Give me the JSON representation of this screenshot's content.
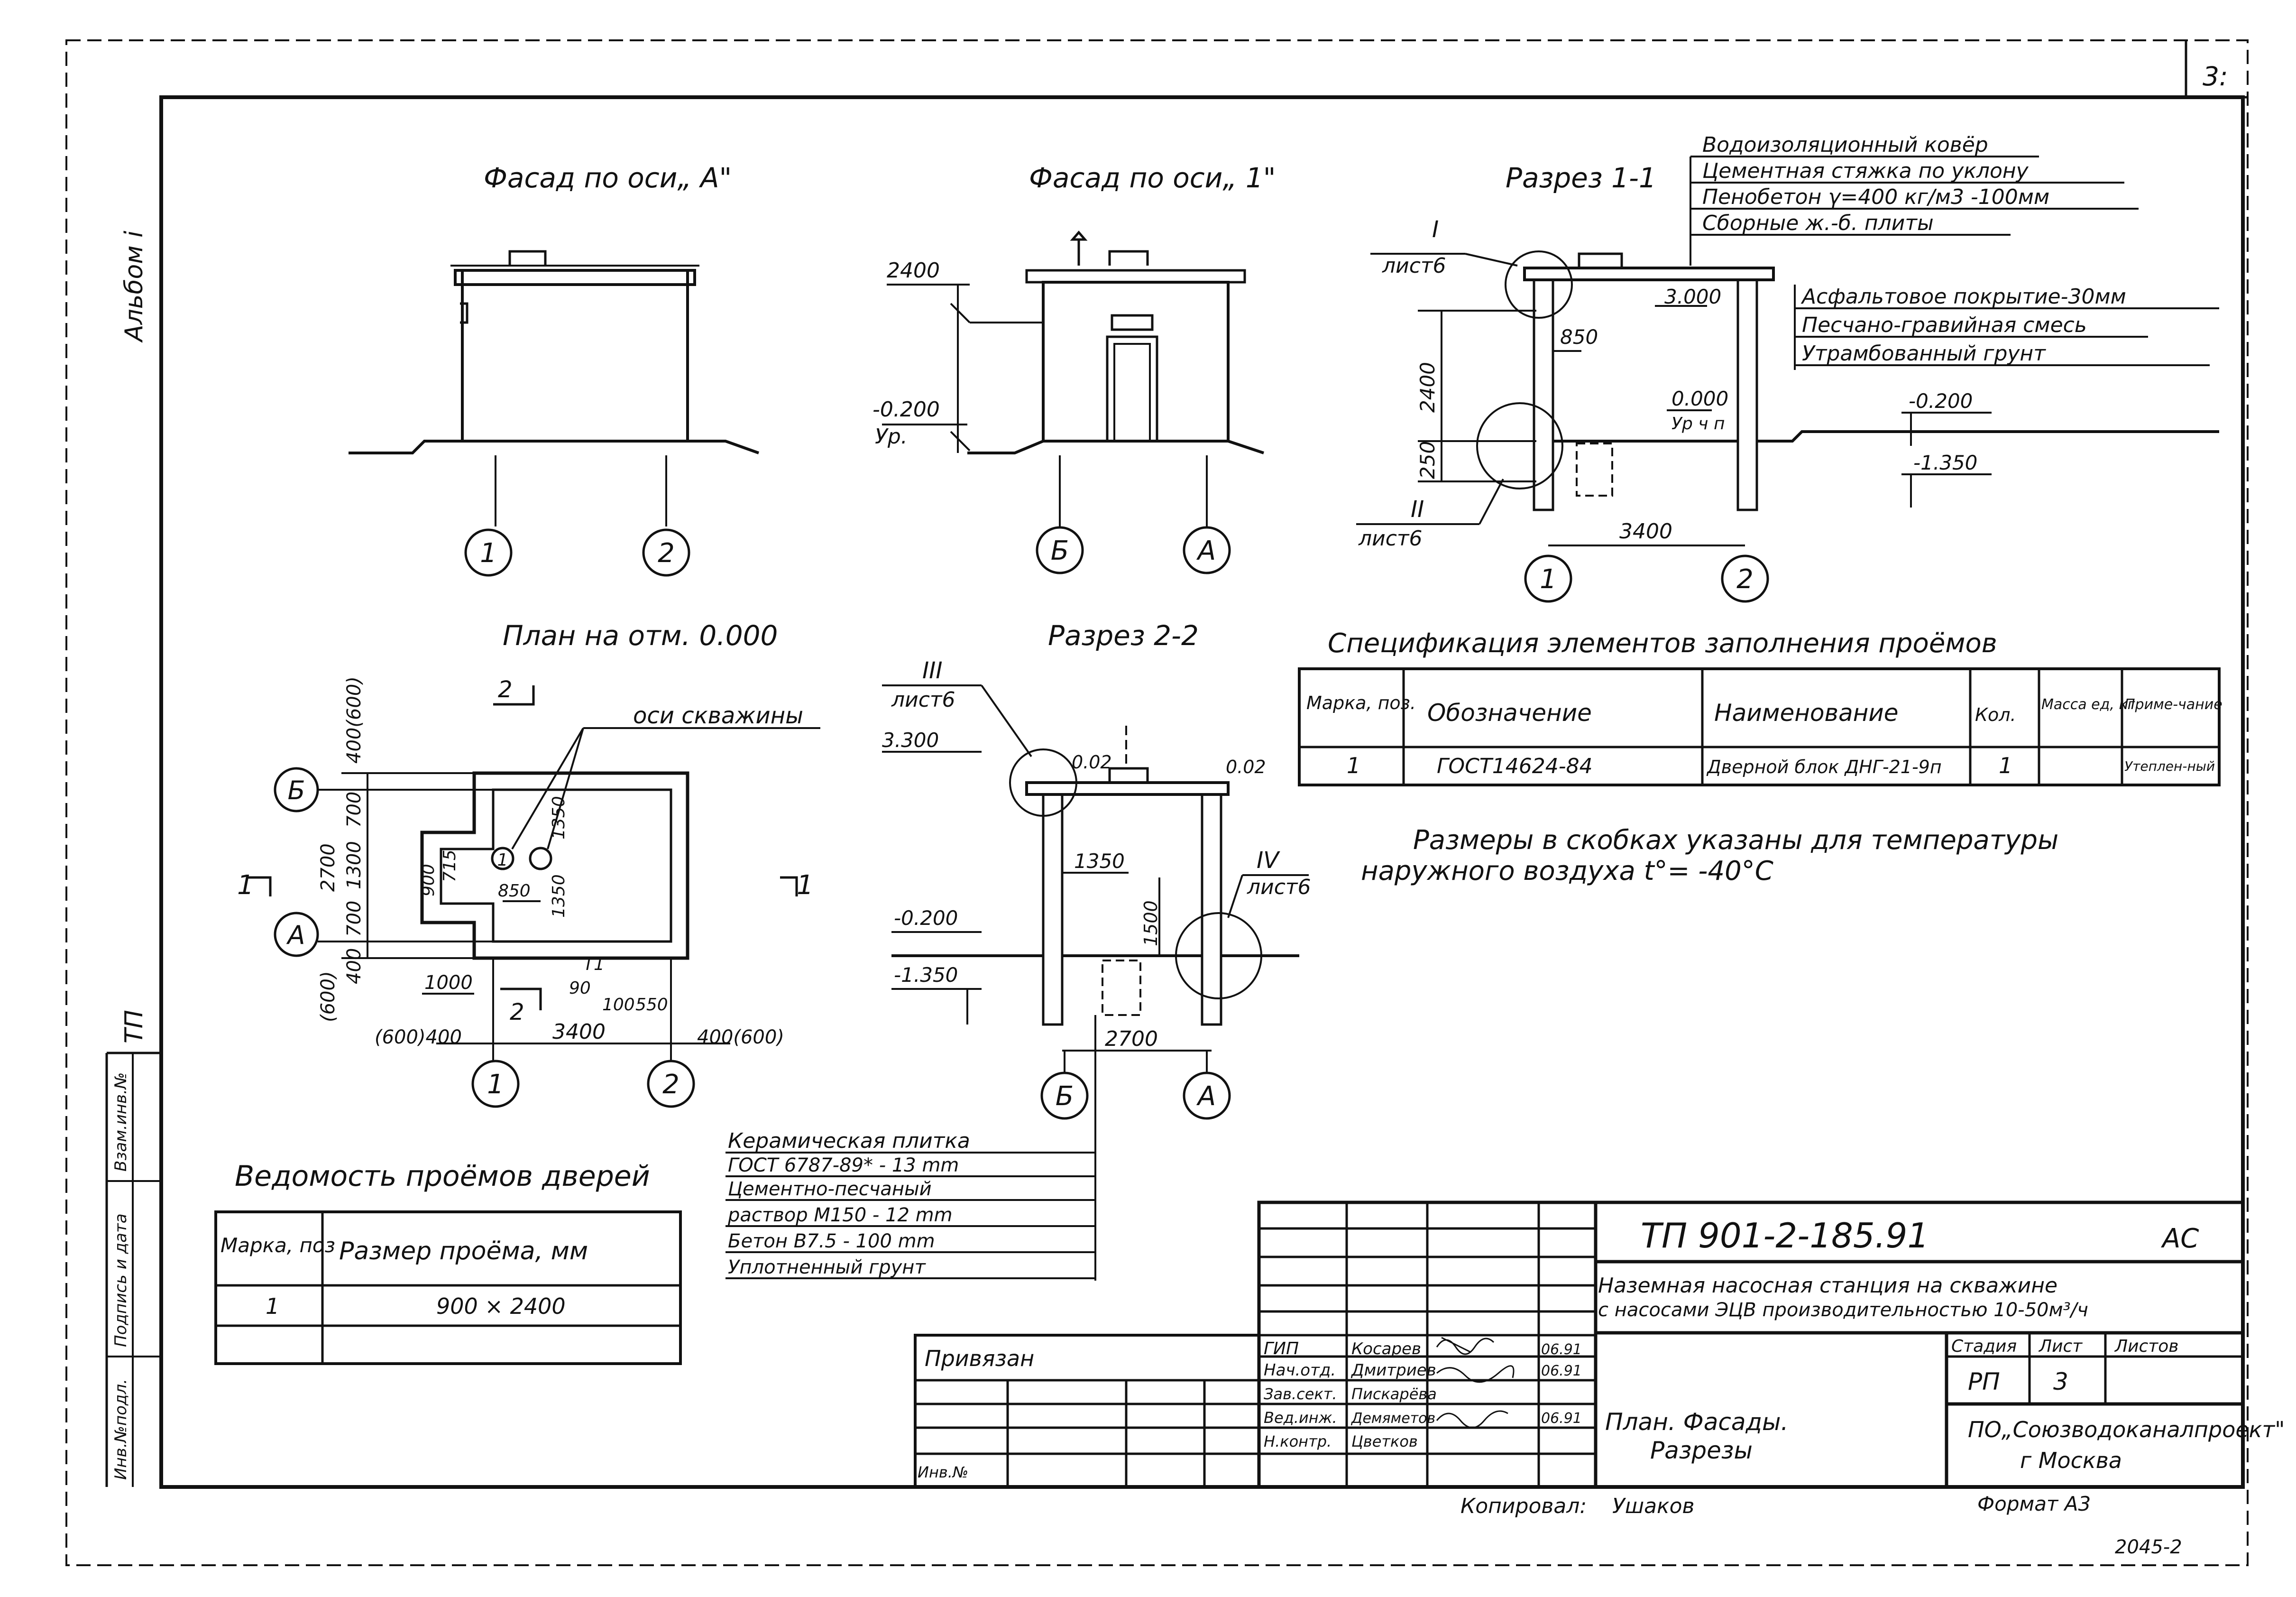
{
  "corner_mark": "3:",
  "album_label": "Альбом i",
  "tp_side_label": "ТП",
  "side_stamp": [
    "Инв.№подл.",
    "Подпись и дата",
    "Взам.инв.№"
  ],
  "facade_a": {
    "title": "Фасад по оси„ А\"",
    "axes": [
      "1",
      "2"
    ]
  },
  "facade_1": {
    "title": "Фасад по оси„ 1\"",
    "dims": [
      "2400",
      "-0.200",
      "Ур."
    ],
    "axes": [
      "Б",
      "А"
    ]
  },
  "section_1_1": {
    "title": "Разрез 1-1",
    "roof_layers": [
      "Водоизоляционный ковёр",
      "Цементная стяжка по уклону",
      "Пенобетон γ=400 кг/м3 -100мм",
      "Сборные ж.-б. плиты"
    ],
    "ground_layers": [
      "Асфальтовое покрытие-30мм",
      "Песчано-гравийная смесь",
      "Утрамбованный грунт"
    ],
    "callouts": [
      {
        "roman": "I",
        "sheet": "лист6"
      },
      {
        "roman": "II",
        "sheet": "лист6"
      }
    ],
    "dims": [
      "3.000",
      "850",
      "2400",
      "0.000",
      "Ур ч п",
      "-0.200",
      "-1.350",
      "250",
      "3400"
    ],
    "axes": [
      "1",
      "2"
    ]
  },
  "plan": {
    "title": "План на отм. 0.000",
    "well_axes_label": "оси скважины",
    "dims": [
      "400(600)",
      "700",
      "1300",
      "2700",
      "700",
      "400",
      "(600)",
      "900",
      "715",
      "1350",
      "1350",
      "850",
      "1000",
      "(600)400",
      "3400",
      "400(600)",
      "100",
      "550",
      "90"
    ],
    "labels": [
      "2",
      "2",
      "1",
      "1",
      "Т1",
      "1"
    ],
    "axes_left": [
      "Б",
      "А"
    ],
    "axes_bottom": [
      "1",
      "2"
    ]
  },
  "section_2_2": {
    "title": "Разрез 2-2",
    "dims": [
      "3.300",
      "0.02",
      "0.02",
      "1350",
      "1500",
      "-0.200",
      "-1.350",
      "2700"
    ],
    "callouts": [
      {
        "roman": "III",
        "sheet": "лист6"
      },
      {
        "roman": "IV",
        "sheet": "лист6"
      }
    ],
    "axes": [
      "Б",
      "А"
    ],
    "floor_layers": [
      "Керамическая плитка",
      "ГОСТ 6787-89* - 13 mm",
      "Цементно-песчаный",
      "раствор М150 - 12 mm",
      "Бетон В7.5 - 100 mm",
      "Уплотненный грунт"
    ]
  },
  "spec_table": {
    "title": "Спецификация элементов заполнения проёмов",
    "headers": [
      "Марка, поз.",
      "Обозначение",
      "Наименование",
      "Кол.",
      "Масса ед, кг",
      "Приме-чание"
    ],
    "rows": [
      [
        "1",
        "ГОСТ14624-84",
        "Дверной блок ДНГ-21-9п",
        "1",
        "",
        "Утеплен-ный"
      ]
    ]
  },
  "note": [
    "Размеры в скобках указаны для температуры",
    "наружного воздуха t°= -40°С"
  ],
  "doors_table": {
    "title": "Ведомость проёмов дверей",
    "headers": [
      "Марка, поз",
      "Размер проёма, мм"
    ],
    "rows": [
      [
        "1",
        "900 × 2400"
      ]
    ]
  },
  "title_block": {
    "project_code": "ТП 901-2-185.91",
    "section_code": "АС",
    "description": [
      "Наземная насосная станция на скважине",
      "с насосами ЭЦВ производительностью 10-50м³/ч"
    ],
    "roles": [
      {
        "role": "ГИП",
        "name": "Косарев",
        "date": "06.91"
      },
      {
        "role": "Нач.отд.",
        "name": "Дмитриев",
        "date": "06.91"
      },
      {
        "role": "Зав.сект.",
        "name": "Пискарёва",
        "date": ""
      },
      {
        "role": "Вед.инж.",
        "name": "Демяметов",
        "date": "06.91"
      },
      {
        "role": "Н.контр.",
        "name": "Цветков",
        "date": ""
      }
    ],
    "bound_label": "Привязан",
    "inv_label": "Инв.№",
    "stage_headers": [
      "Стадия",
      "Лист",
      "Листов"
    ],
    "stage_values": [
      "РП",
      "3",
      ""
    ],
    "sheet_title": [
      "План. Фасады.",
      "Разрезы"
    ],
    "org": [
      "ПО„Союзводоканалпроект\"",
      "г Москва"
    ],
    "copied_label": "Копировал:",
    "copied_by": "Ушаков",
    "format_label": "Формат А3",
    "footer_mark": "2045-2"
  }
}
